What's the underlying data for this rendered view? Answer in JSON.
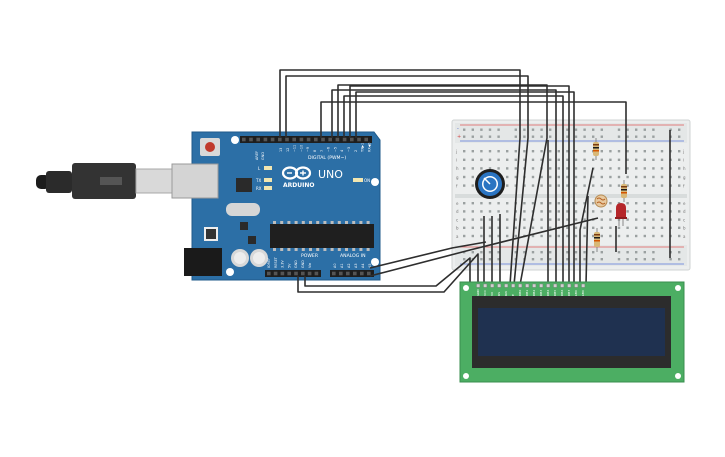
{
  "arduino": {
    "brand": "ARDUINO",
    "model": "UNO",
    "digital_label": "DIGITAL (PWM~)",
    "power_label": "POWER",
    "analog_label": "ANALOG IN",
    "on_label": "ON",
    "led_l": "L",
    "led_tx": "TX",
    "led_rx": "RX",
    "aref": "AREF",
    "gnd": "GND",
    "digital_pins": [
      "13",
      "12",
      "~11",
      "~10",
      "~9",
      "8",
      "7",
      "~6",
      "~5",
      "4",
      "~3",
      "2",
      "TX▶1",
      "RX◀0"
    ],
    "power_pins": [
      "IOREF",
      "RESET",
      "3.3V",
      "5V",
      "GND",
      "GND",
      "Vin"
    ],
    "analog_pins": [
      "A0",
      "A1",
      "A2",
      "A3",
      "A4",
      "A5"
    ]
  },
  "breadboard": {
    "rail_plus": "+",
    "rail_minus": "-",
    "row_letters_top": [
      "j",
      "i",
      "h",
      "g",
      "f"
    ],
    "row_letters_bottom": [
      "e",
      "d",
      "c",
      "b",
      "a"
    ]
  },
  "lcd": {
    "pin_labels": [
      "GND",
      "VCC",
      "V0",
      "RS",
      "RW",
      "E",
      "DB0",
      "DB1",
      "DB2",
      "DB3",
      "DB4",
      "DB5",
      "DB6",
      "DB7",
      "LED",
      "LED"
    ]
  },
  "colors": {
    "arduino_blue": "#2c6fa6",
    "wire": "#2e2e2e",
    "lcd_green": "#4cae63",
    "lcd_screen": "#1f3150",
    "led_red": "#b5262a",
    "pot_blue": "#2a74c2"
  }
}
